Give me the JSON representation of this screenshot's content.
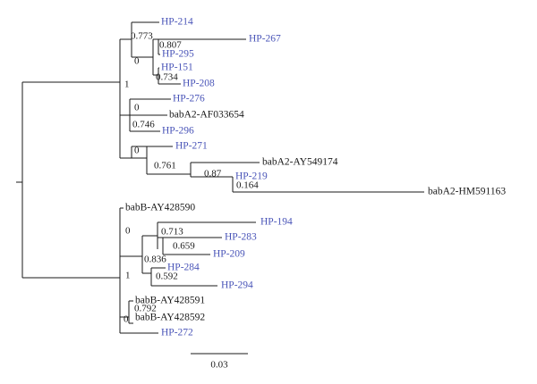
{
  "colors": {
    "highlight_leaf": "#4a55b8",
    "reference_leaf": "#1a1a1a",
    "branch": "#1a1a1a"
  },
  "leaves": {
    "hp214": "HP-214",
    "hp267": "HP-267",
    "hp295": "HP-295",
    "hp151": "HP-151",
    "hp208": "HP-208",
    "hp276": "HP-276",
    "af033654": "babA2-AF033654",
    "hp296": "HP-296",
    "hp271": "HP-271",
    "ay549174": "babA2-AY549174",
    "hp219": "HP-219",
    "hm591163": "babA2-HM591163",
    "ay428590": "babB-AY428590",
    "hp194": "HP-194",
    "hp283": "HP-283",
    "hp209": "HP-209",
    "hp284": "HP-284",
    "hp294": "HP-294",
    "ay428591": "babB-AY428591",
    "ay428592": "babB-AY428592",
    "hp272": "HP-272"
  },
  "bootstrap": {
    "b0_773": "0.773",
    "b0_807": "0.807",
    "b0_a": "0",
    "b0_734": "0.734",
    "b1_a": "1",
    "b0_b": "0",
    "b0_746": "0.746",
    "b0_c": "0",
    "b0_761": "0.761",
    "b0_87": "0.87",
    "b0_164": "0.164",
    "b0_d": "0",
    "b0_713": "0.713",
    "b0_659": "0.659",
    "b0_836": "0.836",
    "b1_b": "1",
    "b0_592": "0.592",
    "b0_792": "0.792",
    "b0_e": "0"
  },
  "scale_bar": {
    "label": "0.03"
  }
}
